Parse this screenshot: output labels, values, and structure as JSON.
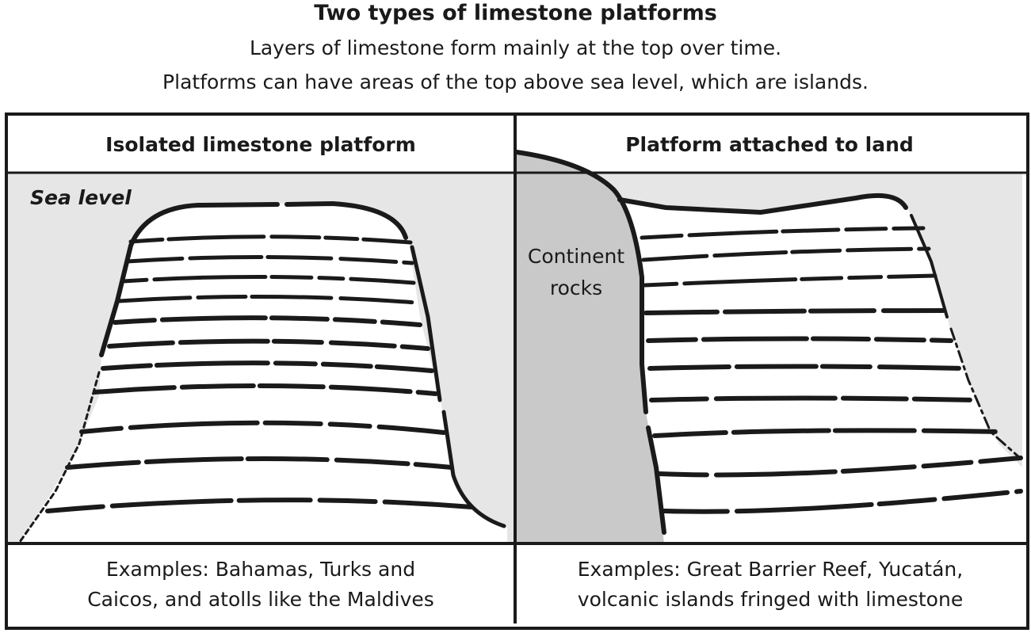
{
  "title": "Two types of limestone platforms",
  "subtitle_lines": [
    "Layers of limestone form mainly at the top over time.",
    "Platforms can have areas of the top above sea level, which are islands."
  ],
  "panels": {
    "left": {
      "title": "Isolated limestone platform",
      "sea_level_label": "Sea level",
      "caption_lines": [
        "Examples: Bahamas, Turks and",
        "Caicos, and atolls like the Maldives"
      ]
    },
    "right": {
      "title": "Platform attached to land",
      "continent_label_lines": [
        "Continent",
        "rocks"
      ],
      "caption_lines": [
        "Examples: Great Barrier Reef, Yucatán,",
        "volcanic islands fringed with limestone"
      ]
    }
  },
  "colors": {
    "sea": "#e6e6e6",
    "continent": "#c9c9c9",
    "ink": "#1a1a1a",
    "background": "#ffffff"
  }
}
